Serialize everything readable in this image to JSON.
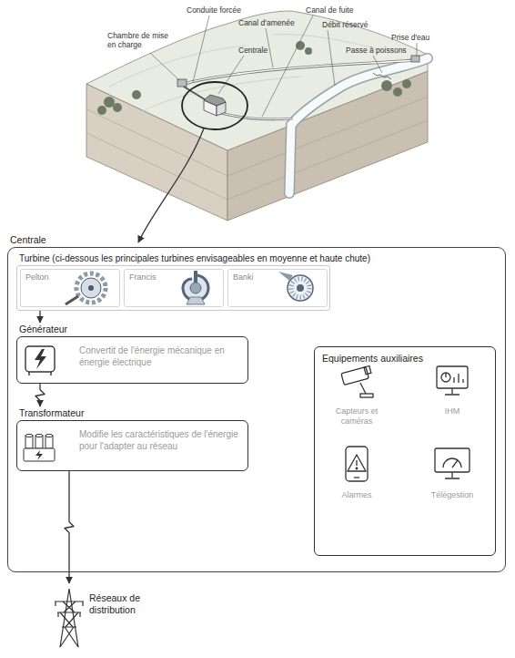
{
  "diagram": {
    "nodes": [
      {
        "text": [
          "Centrale"
        ]
      },
      {
        "text": [
          "Turbine (ci-dessous les principales turbines envisageables en moyenne et haute chute)"
        ],
        "in": 0
      },
      {
        "text": [
          "Pelton"
        ],
        "in": 1
      },
      {
        "text": [
          "Francis"
        ],
        "in": 1
      },
      {
        "text": [
          "Banki"
        ],
        "in": 1
      },
      {
        "text": [
          "Générateur",
          "Convertit de l'énergie mécanique en énergie électrique"
        ],
        "in": 0
      },
      {
        "text": [
          "Transformateur",
          "Modifie les caractéristiques de l'énergie pour l'adapter au réseau"
        ],
        "in": 0
      },
      {
        "text": [
          "Equipements auxiliaires"
        ],
        "in": 0
      },
      {
        "text": [
          "Réseaux de distribution"
        ]
      }
    ],
    "edges": [
      {
        "from": 1,
        "to": 5,
        "arrow": "to"
      },
      {
        "from": 5,
        "to": 6,
        "arrow": "to"
      },
      {
        "from": 6,
        "to": 8,
        "arrow": "to"
      }
    ],
    "labels": [
      "Conduite forcée",
      "Canal d'amenée",
      "Canal de fuite",
      "Débit réservé",
      "Prise d'eau",
      "Passe à poissons",
      "Chambre de mise en charge",
      "Centrale",
      "Capteurs et caméras",
      "IHM",
      "Alarmes",
      "Télégestion"
    ]
  }
}
